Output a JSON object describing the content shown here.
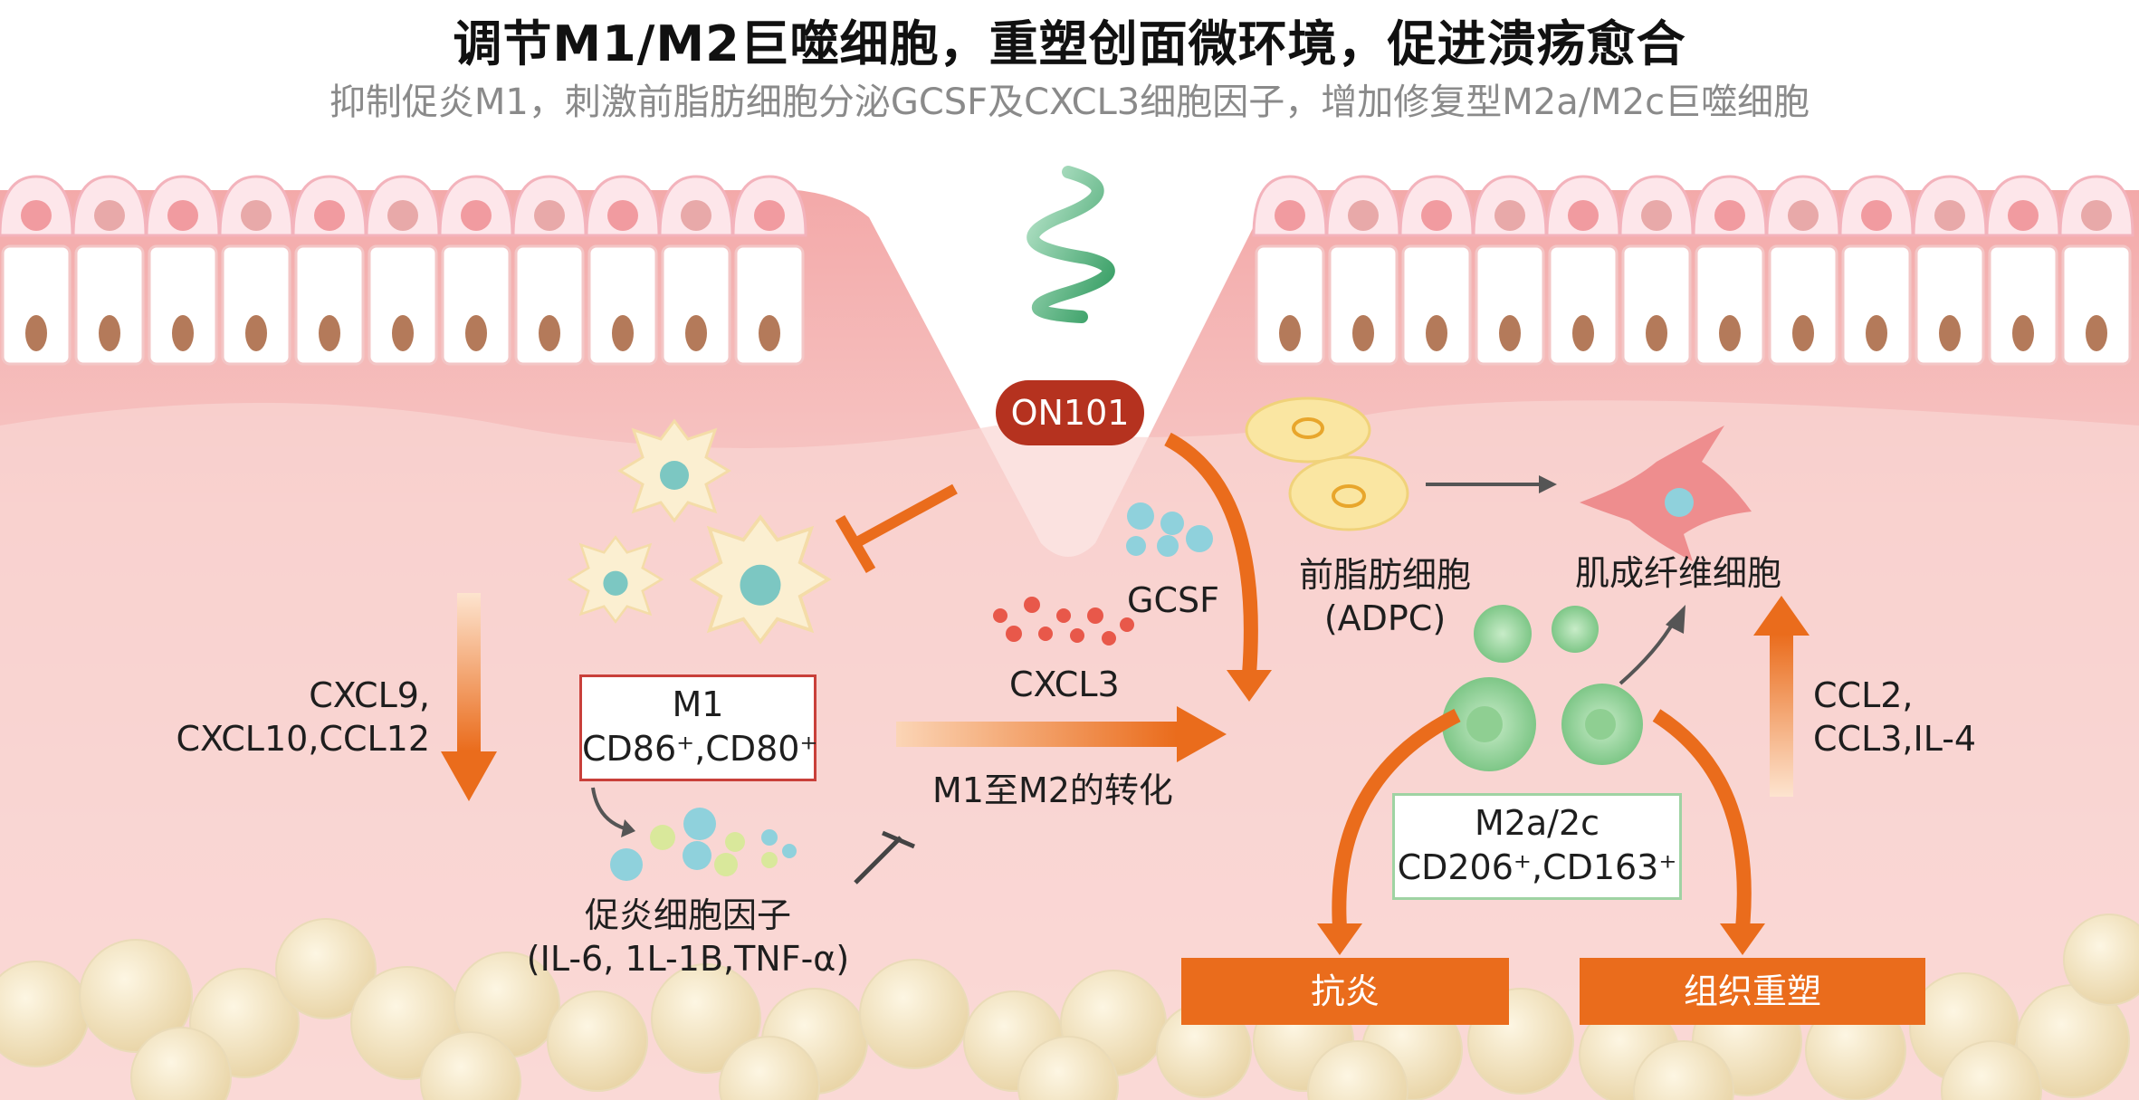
{
  "title": "调节M1/M2巨噬细胞，重塑创面微环境，促进溃疡愈合",
  "subtitle": "抑制促炎M1，刺激前脂肪细胞分泌GCSF及CXCL3细胞因子，增加修复型M2a/M2c巨噬细胞",
  "drug": "ON101",
  "m1_box": {
    "line1": "M1",
    "line2": "CD86⁺,CD80⁺"
  },
  "left_cytokines": {
    "line1": "CXCL9,",
    "line2": "CXCL10,CCL12"
  },
  "proinflammatory": {
    "line1": "促炎细胞因子",
    "line2": "(IL-6, 1L-1B,TNF-α)"
  },
  "gcsf": "GCSF",
  "cxcl3": "CXCL3",
  "conversion": "M1至M2的转化",
  "adpc": {
    "line1": "前脂肪细胞",
    "line2": "(ADPC)"
  },
  "fibroblast": "肌成纤维细胞",
  "m2_box": {
    "line1": "M2a/2c",
    "line2": "CD206⁺,CD163⁺"
  },
  "right_cytokines": {
    "line1": "CCL2,",
    "line2": "CCL3,IL-4"
  },
  "anti_inflammatory": "抗炎",
  "tissue_remodeling": "组织重塑",
  "colors": {
    "accent_orange": "#ea6c1c",
    "badge_red": "#b5321f",
    "skin_pink": "#f5cfcf",
    "m2_green": "#9fd3a3"
  }
}
